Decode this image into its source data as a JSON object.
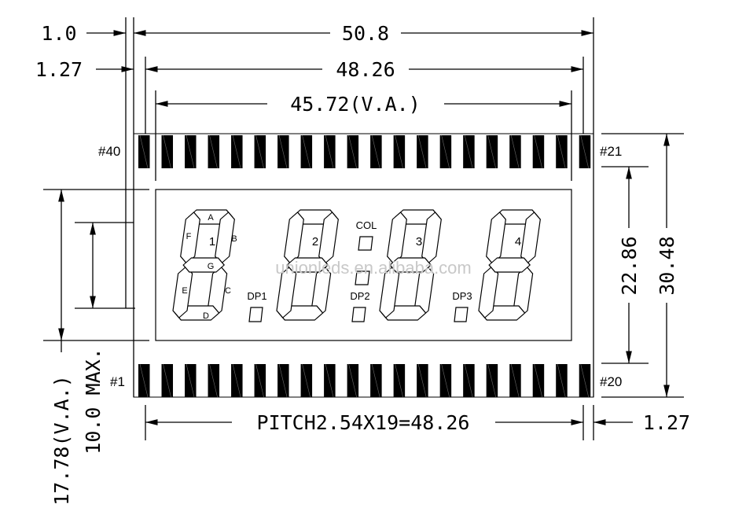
{
  "dimensions": {
    "overall_width": "50.8",
    "pin_span": "48.26",
    "viewing_area_width": "45.72(V.A.)",
    "left_offset_outer": "1.0",
    "left_offset_pin": "1.27",
    "overall_height": "30.48",
    "pin_row_spacing": "22.86",
    "viewing_area_height": "17.78(V.A.)",
    "digit_height": "10.0 MAX.",
    "pitch": "PITCH2.54X19=48.26",
    "right_offset_pin": "1.27"
  },
  "pins": {
    "top_left": "#40",
    "top_right": "#21",
    "bottom_left": "#1",
    "bottom_right": "#20",
    "count_per_row": 20
  },
  "digits": [
    "1",
    "2",
    "3",
    "4"
  ],
  "segment_labels": [
    "A",
    "B",
    "C",
    "D",
    "E",
    "F",
    "G"
  ],
  "indicators": {
    "colon": "COL",
    "dp1": "DP1",
    "dp2": "DP2",
    "dp3": "DP3"
  },
  "watermark": "unionleds.en.alibaba.com"
}
